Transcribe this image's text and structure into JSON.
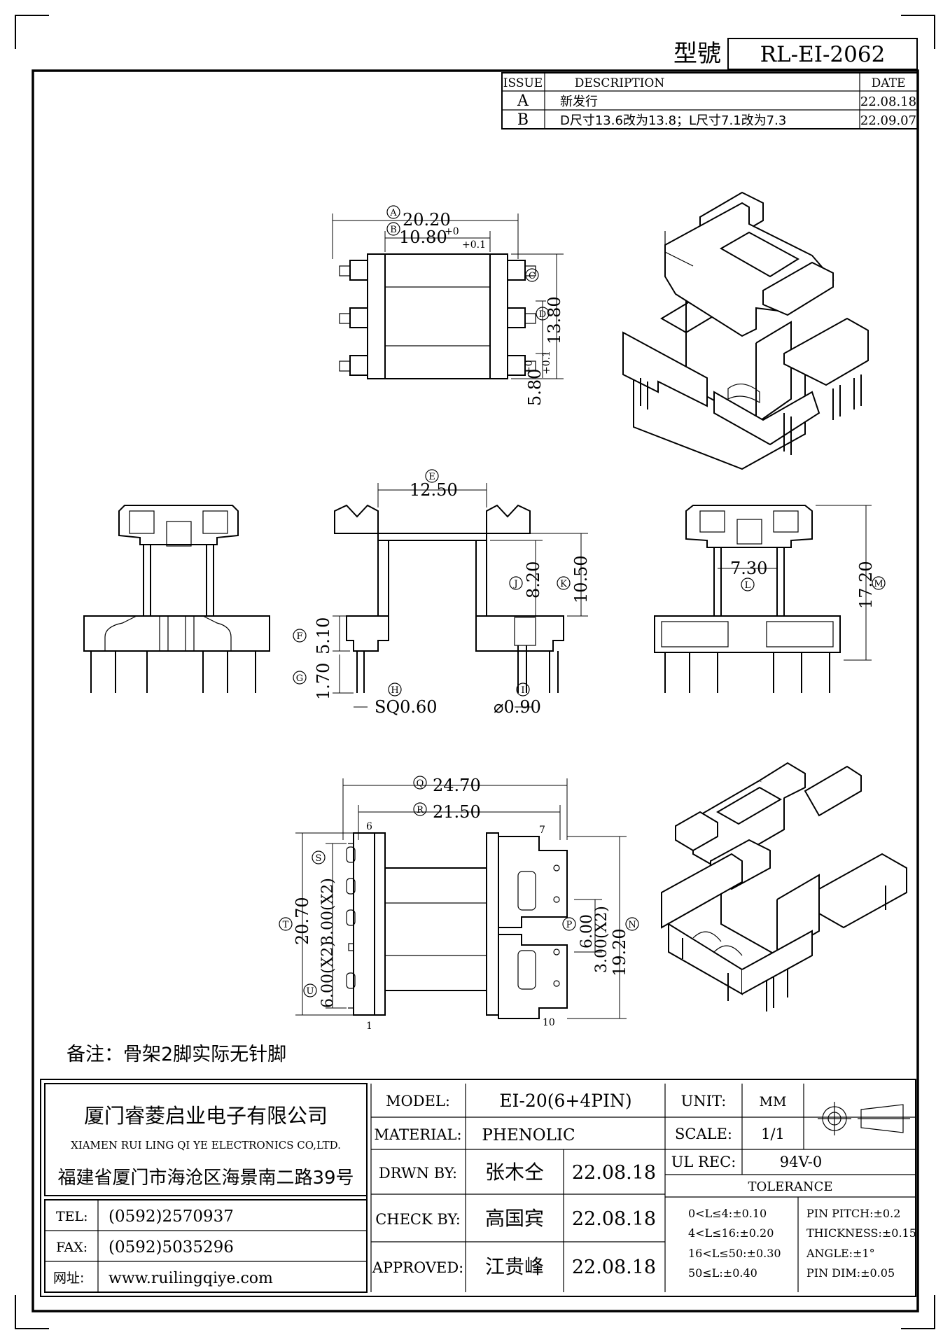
{
  "header": {
    "model_label": "型號",
    "model_number": "RL-EI-2062"
  },
  "revisions": {
    "columns": [
      "ISSUE",
      "DESCRIPTION",
      "DATE"
    ],
    "rows": [
      {
        "issue": "A",
        "description": "新发行",
        "date": "22.08.18"
      },
      {
        "issue": "B",
        "description": "D尺寸13.6改为13.8；L尺寸7.1改为7.3",
        "date": "22.09.07"
      }
    ]
  },
  "dimensions": {
    "A": "20.20",
    "B": "10.80",
    "B_tol_upper": "+0",
    "B_tol_lower": "+0.1",
    "C": "5.80",
    "C_tol_upper": "+0",
    "C_tol_lower": "+0.1",
    "D": "13.80",
    "E": "12.50",
    "F": "5.10",
    "G": "1.70",
    "H": "SQ0.60",
    "I": "⌀0.90",
    "J": "8.20",
    "K": "10.50",
    "L": "7.30",
    "M": "17.20",
    "N": "19.20",
    "P": "6.00",
    "Q": "24.70",
    "R": "21.50",
    "T": "20.70",
    "S": "3.00(X2)",
    "U": "6.00(X2)",
    "N2": "3.00(X2)"
  },
  "callouts": [
    "A",
    "B",
    "C",
    "D",
    "E",
    "F",
    "G",
    "H",
    "I",
    "J",
    "K",
    "L",
    "M",
    "N",
    "P",
    "Q",
    "R",
    "S",
    "T",
    "U"
  ],
  "pin_numbers": {
    "p6": "6",
    "p7": "7",
    "p1": "1",
    "p10": "10"
  },
  "note": "备注：骨架2脚实际无针脚",
  "title_block": {
    "company_cn": "厦门睿菱启业电子有限公司",
    "company_en": "XIAMEN RUI LING QI YE ELECTRONICS CO,LTD.",
    "address": "福建省厦门市海沧区海景南二路39号",
    "tel_label": "TEL:",
    "tel": "(0592)2570937",
    "fax_label": "FAX:",
    "fax": "(0592)5035296",
    "web_label": "网址:",
    "web": "www.ruilingqiye.com",
    "model_label": "MODEL:",
    "model": "EI-20(6+4PIN)",
    "material_label": "MATERIAL:",
    "material": "PHENOLIC",
    "drawn_label": "DRWN BY:",
    "drawn_by": "张木仝",
    "drawn_date": "22.08.18",
    "check_label": "CHECK BY:",
    "checked_by": "高国宾",
    "check_date": "22.08.18",
    "approved_label": "APPROVED:",
    "approved_by": "江贵峰",
    "approved_date": "22.08.18",
    "unit_label": "UNIT:",
    "unit": "MM",
    "scale_label": "SCALE:",
    "scale": "1/1",
    "ul_label": "UL REC:",
    "ul": "94V-0",
    "tolerance_title": "TOLERANCE",
    "tolerance_left": [
      "0<L≤4:±0.10",
      "4<L≤16:±0.20",
      "16<L≤50:±0.30",
      "50≤L:±0.40"
    ],
    "tolerance_right": [
      "PIN PITCH:±0.2",
      "THICKNESS:±0.15",
      "ANGLE:±1°",
      "PIN DIM:±0.05"
    ]
  }
}
